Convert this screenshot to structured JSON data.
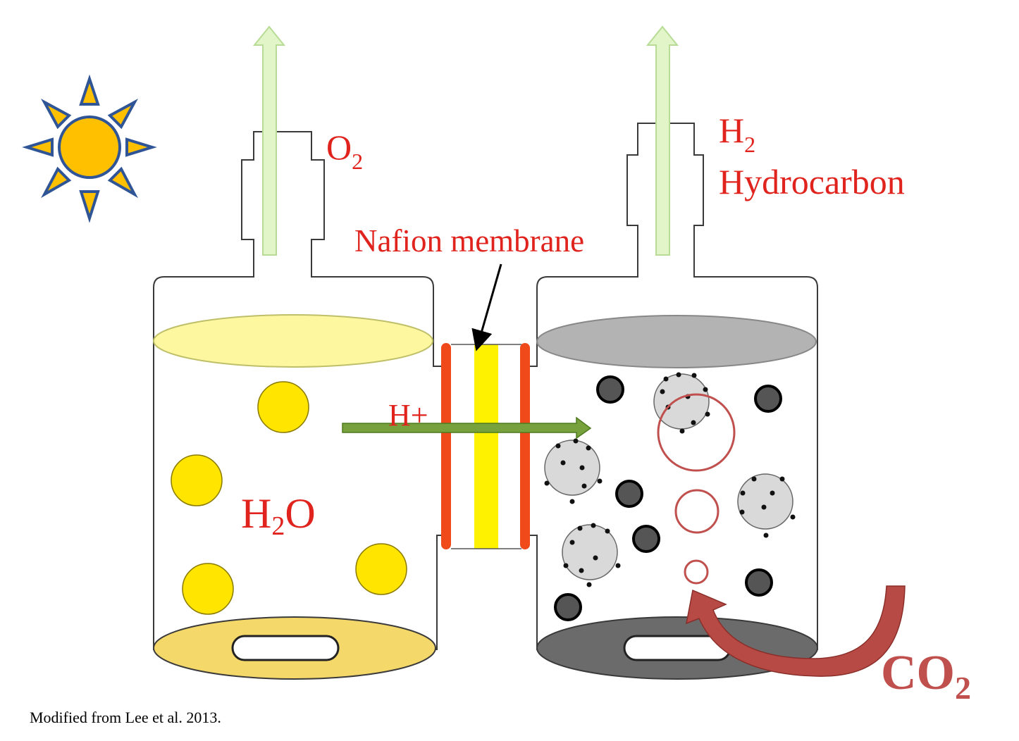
{
  "labels": {
    "o2_main": "O",
    "o2_sub": "2",
    "h2_main": "H",
    "h2_sub": "2",
    "hydrocarbon": "Hydrocarbon",
    "membrane": "Nafion membrane",
    "proton": "H+",
    "water_h": "H",
    "water_sub": "2",
    "water_o": "O",
    "co2_main": "CO",
    "co2_sub": "2"
  },
  "caption": "Modified from Lee et al. 2013.",
  "colors": {
    "label_red": "#e0231d",
    "co2_arrow": "#c0504d",
    "membrane_frame": "#f04a1a",
    "membrane_core": "#fff200",
    "water_bubble": "#ffe500",
    "sun": "#ffc000",
    "sun_outline": "#2f5597",
    "gas_arrow": "#e2f5c8",
    "proton_arrow": "#77a13c",
    "anode_top": "#fdf7a0",
    "anode_bottom": "#f4d86a",
    "cathode_top": "#b3b3b3",
    "cathode_bottom": "#6b6b6b"
  },
  "icons": [
    "sun-icon"
  ]
}
